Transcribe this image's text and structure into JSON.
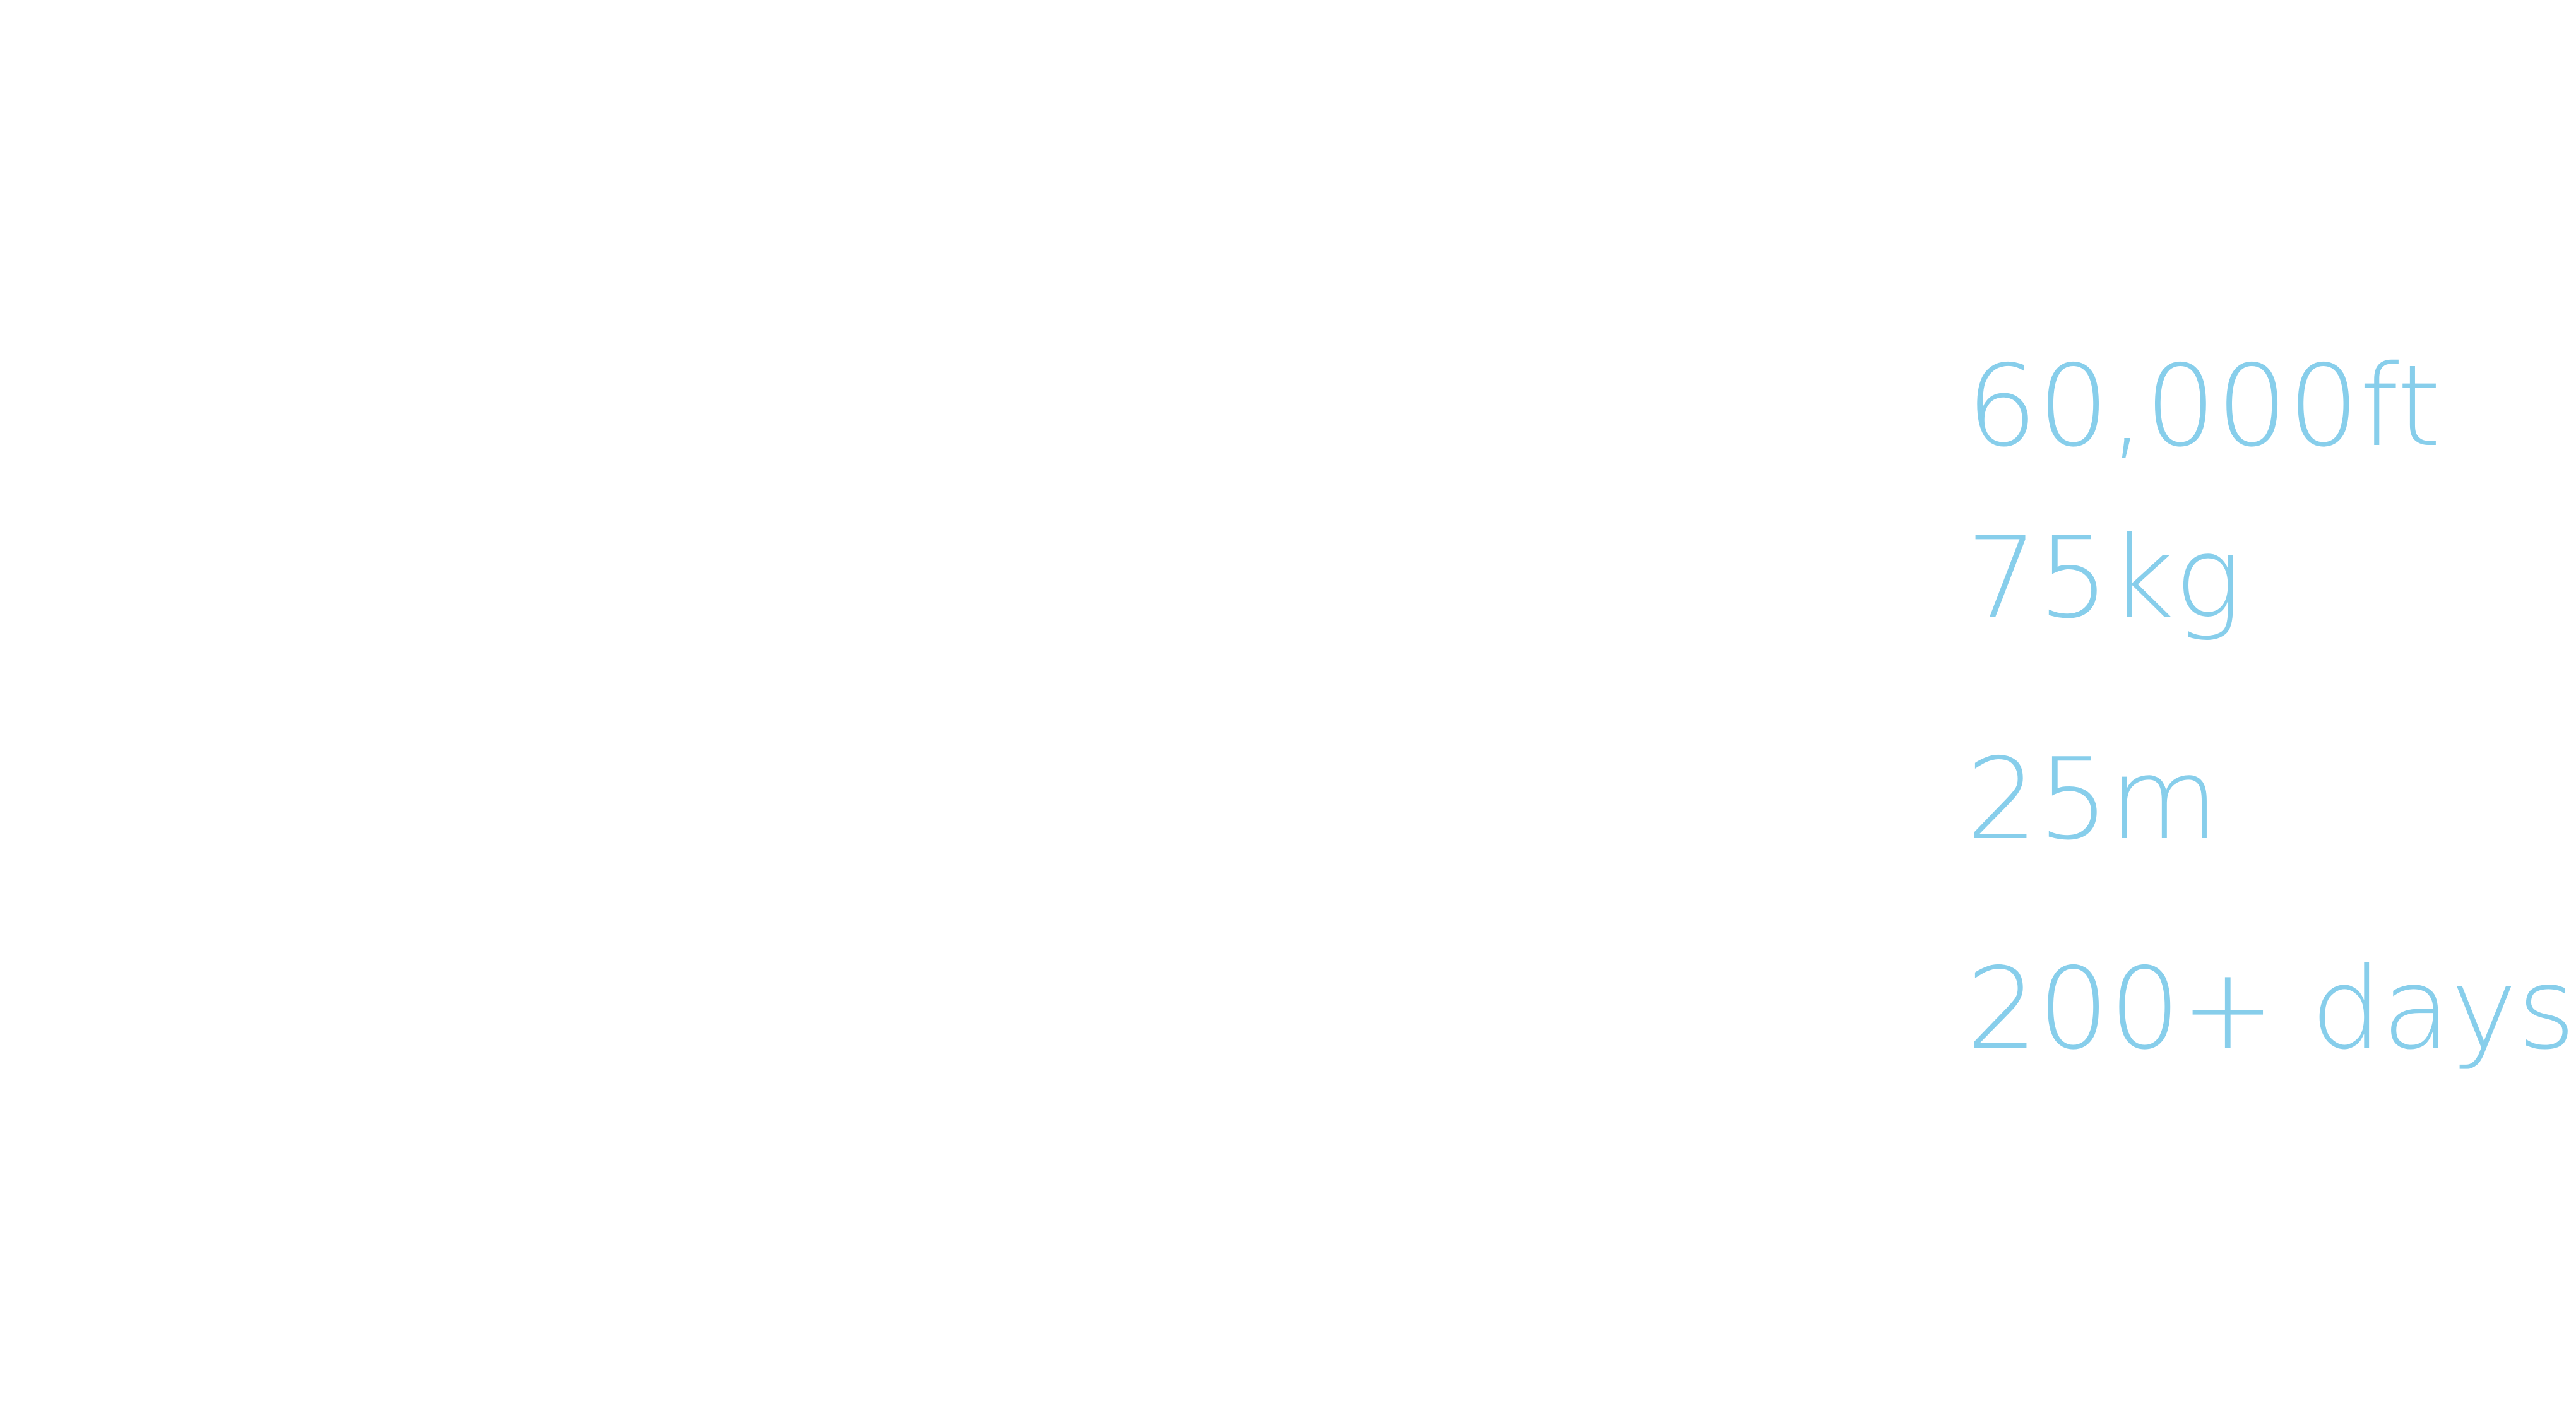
{
  "stats": [
    {
      "value": "60,000ft"
    },
    {
      "value": "75kg"
    },
    {
      "value": "25m"
    },
    {
      "value": "200+ days"
    }
  ],
  "colors": {
    "background": "#ffffff",
    "text": "#87CEEB"
  }
}
